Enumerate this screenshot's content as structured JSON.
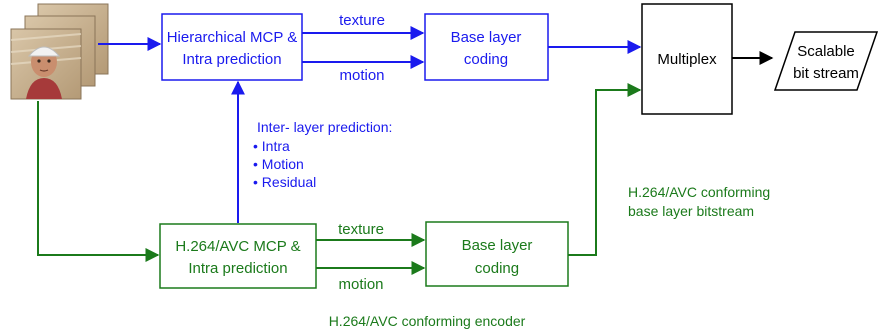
{
  "colors": {
    "blue": "#1a1aee",
    "green": "#1b7a1b",
    "black": "#000000",
    "white": "#ffffff"
  },
  "input": {
    "icon": "video-frames-icon"
  },
  "enhancement": {
    "mcp_line1": "Hierarchical MCP &",
    "mcp_line2": "Intra prediction",
    "coding_line1": "Base layer",
    "coding_line2": "coding",
    "texture_label": "texture",
    "motion_label": "motion"
  },
  "inter_layer": {
    "title": "Inter-  layer prediction:",
    "items": [
      "• Intra",
      "• Motion",
      "• Residual"
    ]
  },
  "base": {
    "mcp_line1": "H.264/AVC MCP &",
    "mcp_line2": "Intra prediction",
    "coding_line1": "Base layer",
    "coding_line2": "coding",
    "texture_label": "texture",
    "motion_label": "motion"
  },
  "multiplex": {
    "label": "Multiplex"
  },
  "output": {
    "line1": "Scalable",
    "line2": "bit stream"
  },
  "annotations": {
    "bitstream_line1": "H.264/AVC conforming",
    "bitstream_line2": "base layer bitstream",
    "encoder": "H.264/AVC conforming encoder"
  }
}
